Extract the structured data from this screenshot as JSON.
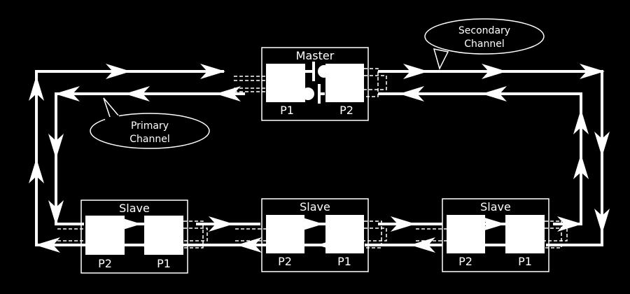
{
  "colors": {
    "background": "#000000",
    "line": "#ffffff"
  },
  "master": {
    "title": "Master",
    "port_left": "P1",
    "port_right": "P2"
  },
  "slaves": [
    {
      "title": "Slave",
      "port_left": "P2",
      "port_right": "P1"
    },
    {
      "title": "Slave",
      "port_left": "P2",
      "port_right": "P1"
    },
    {
      "title": "Slave",
      "port_left": "P2",
      "port_right": "P1"
    }
  ],
  "callouts": {
    "primary": {
      "line1": "Primary",
      "line2": "Channel"
    },
    "secondary": {
      "line1": "Secondary",
      "line2": "Channel"
    }
  }
}
